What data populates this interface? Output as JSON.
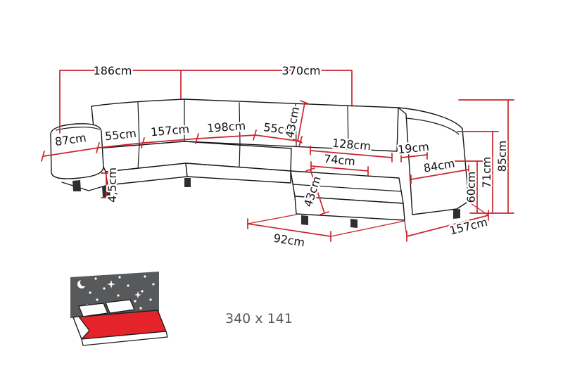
{
  "dimensions": {
    "top_left_width": "186cm",
    "top_total_width": "370cm",
    "left_arm_width": "87cm",
    "left_seat_width": "55cm",
    "left_wing_depth": "157cm",
    "center_seat_width": "198cm",
    "right_seat_depth": "55cm",
    "backrest_cushion_height": "43cm",
    "chaise_width": "128cm",
    "chaise_seat_width": "74cm",
    "right_arm_width": "19cm",
    "right_arm_depth": "84cm",
    "leg_height": "4,5cm",
    "chaise_cushion_depth": "43cm",
    "seat_height": "60cm",
    "armrest_height": "71cm",
    "total_height": "85cm",
    "chaise_front_width": "92cm",
    "right_section_depth": "157cm"
  },
  "sleeping_function": {
    "area_label": "340 x 141",
    "icon": "sofa-bed-night-icon"
  },
  "colors": {
    "dimension_red": "#c9252c",
    "outline_black": "#161616",
    "icon_gray": "#58595b",
    "mattress_red": "#e5232b",
    "label_color": "#121212",
    "area_text_color": "#57575a"
  }
}
